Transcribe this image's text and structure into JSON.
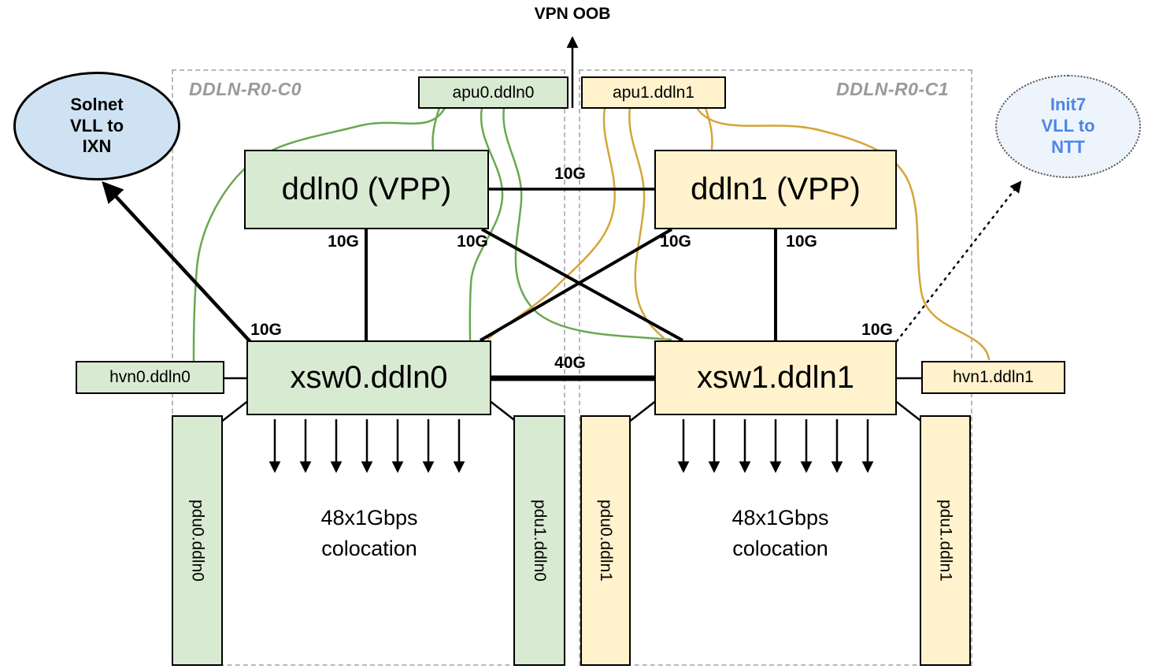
{
  "title": "VPN OOB",
  "racks": [
    {
      "label": "DDLN-R0-C0"
    },
    {
      "label": "DDLN-R0-C1"
    }
  ],
  "nodes": {
    "apu0": {
      "label": "apu0.ddln0"
    },
    "apu1": {
      "label": "apu1.ddln1"
    },
    "ddln0": {
      "label": "ddln0 (VPP)"
    },
    "ddln1": {
      "label": "ddln1 (VPP)"
    },
    "xsw0": {
      "label": "xsw0.ddln0"
    },
    "xsw1": {
      "label": "xsw1.ddln1"
    },
    "hvn0": {
      "label": "hvn0.ddln0"
    },
    "hvn1": {
      "label": "hvn1.ddln1"
    },
    "pdu0c0": {
      "label": "pdu0.ddln0"
    },
    "pdu1c0": {
      "label": "pdu1.ddln0"
    },
    "pdu0c1": {
      "label": "pdu0.ddln1"
    },
    "pdu1c1": {
      "label": "pdu1.ddln1"
    }
  },
  "external": {
    "solnet": {
      "label": "Solnet\nVLL to\nIXN"
    },
    "init7": {
      "label": "Init7\nVLL to\nNTT"
    }
  },
  "links": {
    "core_interconnect": "10G",
    "switch_interconnect": "40G",
    "ddln0_xsw0": "10G",
    "ddln0_xsw1": "10G",
    "ddln1_xsw0": "10G",
    "ddln1_xsw1": "10G",
    "xsw0_solnet": "10G",
    "xsw1_init7": "10G"
  },
  "colocation": {
    "left": "48x1Gbps\ncolocation",
    "right": "48x1Gbps\ncolocation"
  },
  "colors": {
    "green_fill": "#d9ead3",
    "yellow_fill": "#fff2cc",
    "solnet_fill": "#cfe2f3",
    "init7_fill": "#eef4fc",
    "init7_text": "#4a86e8",
    "green_cable": "#6aa84f",
    "yellow_cable": "#d5a439",
    "rack_border": "#b7b7b7"
  }
}
